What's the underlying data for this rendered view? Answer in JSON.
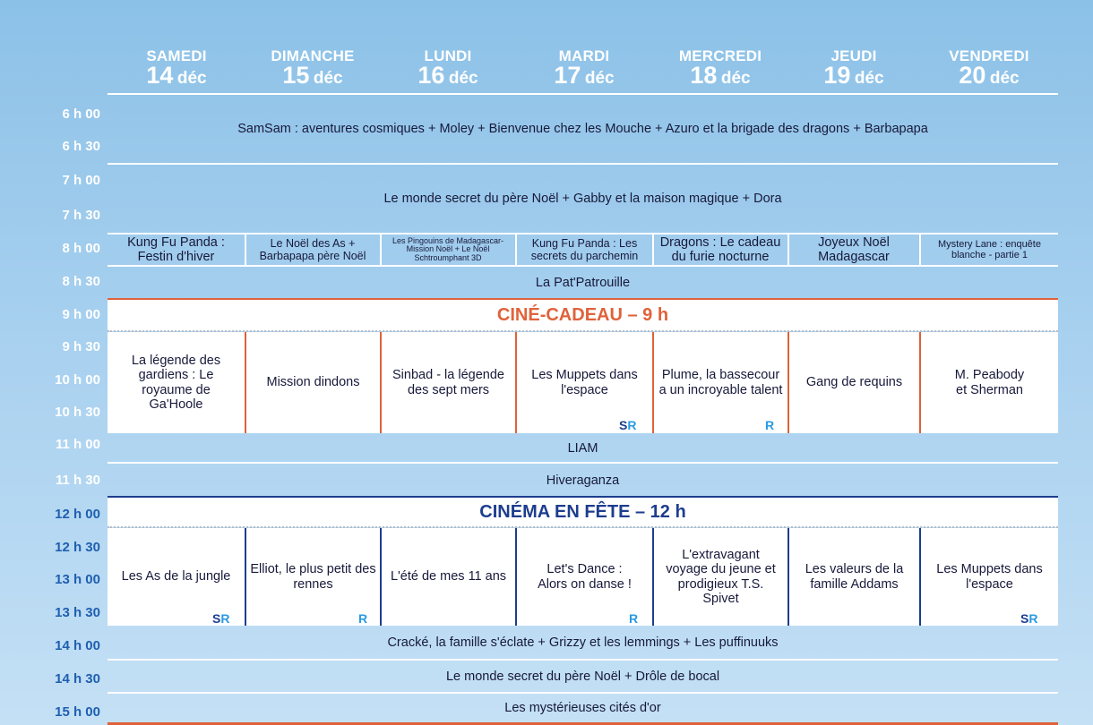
{
  "days": [
    {
      "name": "SAMEDI",
      "num": "14",
      "month": "déc"
    },
    {
      "name": "DIMANCHE",
      "num": "15",
      "month": "déc"
    },
    {
      "name": "LUNDI",
      "num": "16",
      "month": "déc"
    },
    {
      "name": "MARDI",
      "num": "17",
      "month": "déc"
    },
    {
      "name": "MERCREDI",
      "num": "18",
      "month": "déc"
    },
    {
      "name": "JEUDI",
      "num": "19",
      "month": "déc"
    },
    {
      "name": "VENDREDI",
      "num": "20",
      "month": "déc"
    }
  ],
  "times": [
    "6 h 00",
    "6 h 30",
    "7 h 00",
    "7 h 30",
    "8 h 00",
    "8 h 30",
    "9 h 00",
    "9 h 30",
    "10 h 00",
    "10 h 30",
    "11 h 00",
    "11 h 30",
    "12 h 00",
    "12 h 30",
    "13 h 00",
    "13 h 30",
    "14 h 00",
    "14 h 30",
    "15 h 00"
  ],
  "rows": {
    "r6": "SamSam : aventures cosmiques + Moley + Bienvenue chez les Mouche + Azuro et la brigade des dragons + Barbapapa",
    "r7": "Le monde secret du père Noël + Gabby et la maison magique + Dora",
    "r8": [
      "Kung Fu Panda : Festin d'hiver",
      "Le Noël des As + Barbapapa père Noël",
      "Les Pingouins de Madagascar- Mission Noël + Le Noël Schtroumphant 3D",
      "Kung Fu Panda : Les secrets du parchemin",
      "Dragons : Le cadeau du furie nocturne",
      "Joyeux Noël Madagascar",
      "Mystery Lane : enquête blanche - partie 1"
    ],
    "r830": "La Pat'Patrouille",
    "r11": "LIAM",
    "r1130": "Hiveraganza",
    "r14": "Cracké, la famille s'éclate + Grizzy et les lemmings + Les puffinuuks",
    "r1430": "Le monde secret du père Noël + Drôle de bocal",
    "r15": "Les mystérieuses cités d'or"
  },
  "cine_cadeau": {
    "title": "CINÉ-CADEAU – 9 h",
    "films": [
      "La légende des gardiens : Le royaume de Ga'Hoole",
      "Mission dindons",
      "Sinbad - la légende des sept mers",
      "Les Muppets dans l'espace",
      "Plume, la bassecour a un incroyable talent",
      "Gang de requins",
      "M. Peabody et Sherman"
    ]
  },
  "cinema_fete": {
    "title": "CINÉMA EN FÊTE – 12 h",
    "films": [
      "Les As de la jungle",
      "Elliot, le plus petit des rennes",
      "L'été de mes 11 ans",
      "Let's Dance : Alors on danse !",
      "L'extravagant voyage du jeune et prodigieux T.S. Spivet",
      "Les valeurs de la famille Addams",
      "Les Muppets dans l'espace"
    ]
  },
  "badges": {
    "s": "S",
    "r": "R"
  },
  "colors": {
    "orange": "#e0623a",
    "navy": "#1d3d8e",
    "light_blue": "#2a9be3",
    "text": "#17193a"
  }
}
